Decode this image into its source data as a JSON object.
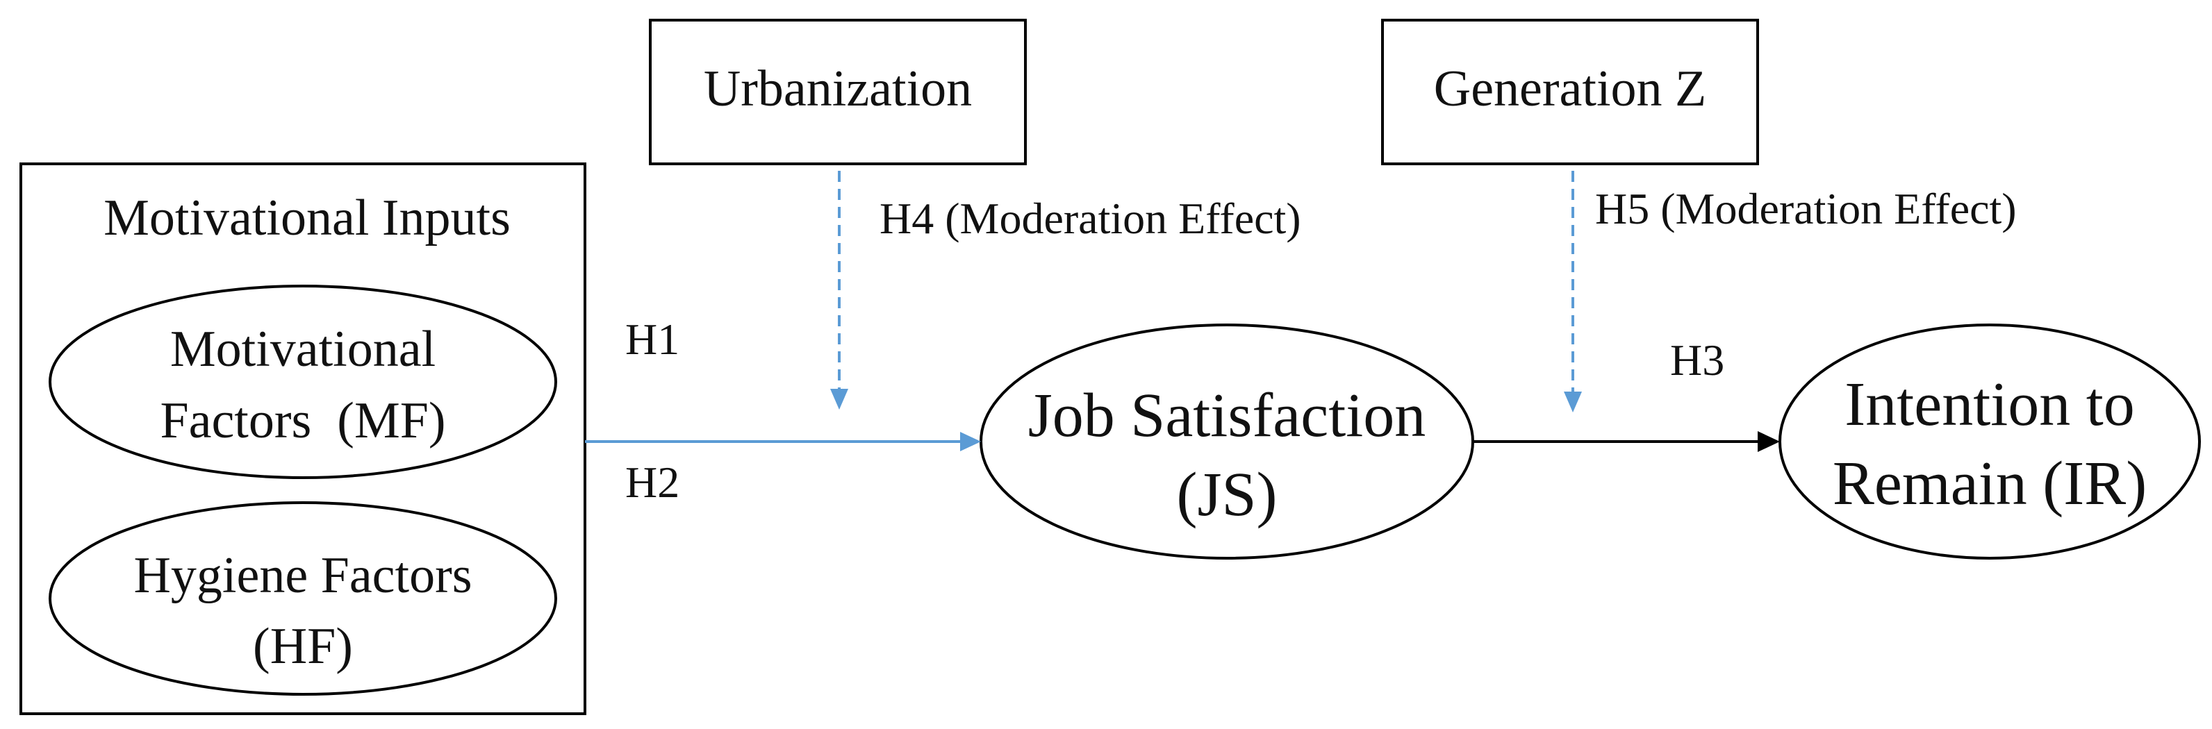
{
  "boxes": {
    "urbanization": "Urbanization",
    "generation_z": "Generation Z"
  },
  "inputs_group": {
    "title": "Motivational Inputs",
    "motivational_factors": [
      "Motivational",
      "Factors  (MF)"
    ],
    "hygiene_factors": [
      "Hygiene Factors",
      "(HF)"
    ]
  },
  "nodes": {
    "job_satisfaction": [
      "Job Satisfaction",
      "(JS)"
    ],
    "intention_to_remain": [
      "Intention to",
      "Remain (IR)"
    ]
  },
  "hypotheses": {
    "h1": "H1",
    "h2": "H2",
    "h3": "H3",
    "h4": "H4 (Moderation Effect)",
    "h5": "H5 (Moderation Effect)"
  },
  "colors": {
    "blue_arrow": "#5B9BD5",
    "black_arrow": "#000000",
    "outline": "#000000"
  }
}
